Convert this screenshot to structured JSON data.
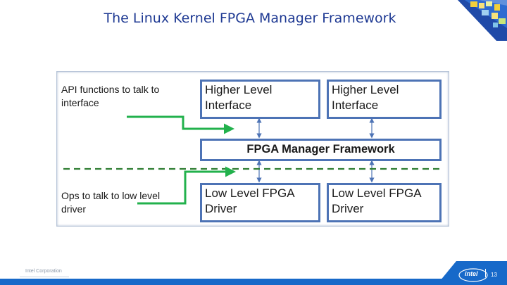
{
  "slide": {
    "title": "The Linux Kernel FPGA Manager Framework",
    "footer_left": "Intel Corporation",
    "logo_text": "intel",
    "page_number": "13"
  },
  "diagram": {
    "note_api": "API functions to talk to\ninterface",
    "note_ops": "Ops to talk to low level\ndriver",
    "higher_left": "Higher Level\nInterface",
    "higher_right": "Higher Level\nInterface",
    "framework": "FPGA Manager Framework",
    "low_left": "Low Level FPGA\nDriver",
    "low_right": "Low Level FPGA\nDriver"
  },
  "colors": {
    "title": "#1f3a93",
    "box_border": "#4d73b5",
    "arrow_green": "#22b14c",
    "dashed_green": "#2e7d32",
    "bottom_bar": "#1769c9"
  },
  "icons": {
    "corner": "corner-mosaic-icon",
    "logo": "intel-logo-icon"
  }
}
